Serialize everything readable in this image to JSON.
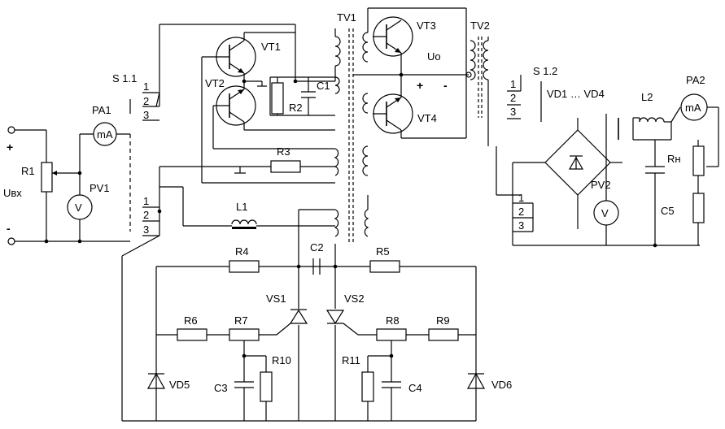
{
  "labels": {
    "s11": "S 1.1",
    "s12": "S 1.2",
    "tv1": "TV1",
    "tv2": "TV2",
    "vt1": "VT1",
    "vt2": "VT2",
    "vt3": "VT3",
    "vt4": "VT4",
    "c1": "C1",
    "r2": "R2",
    "r3": "R3",
    "l1": "L1",
    "uo": "Uo",
    "plus_uo": "+",
    "minus_uo": "-",
    "vd14": "VD1 … VD4",
    "l2": "L2",
    "pa2": "PA2",
    "pa1": "PA1",
    "ma": "mA",
    "r1": "R1",
    "pv1": "PV1",
    "pv2": "PV2",
    "v": "V",
    "uin": "Uвх",
    "plus_in": "+",
    "minus_in": "-",
    "rn": "Rн",
    "c5": "C5",
    "r4": "R4",
    "r5": "R5",
    "c2": "C2",
    "vs1": "VS1",
    "vs2": "VS2",
    "r6": "R6",
    "r7": "R7",
    "r8": "R8",
    "r9": "R9",
    "r10": "R10",
    "r11": "R11",
    "c3": "C3",
    "c4": "C4",
    "vd5": "VD5",
    "vd6": "VD6",
    "sw_1": "1",
    "sw_2": "2",
    "sw_3": "3"
  }
}
